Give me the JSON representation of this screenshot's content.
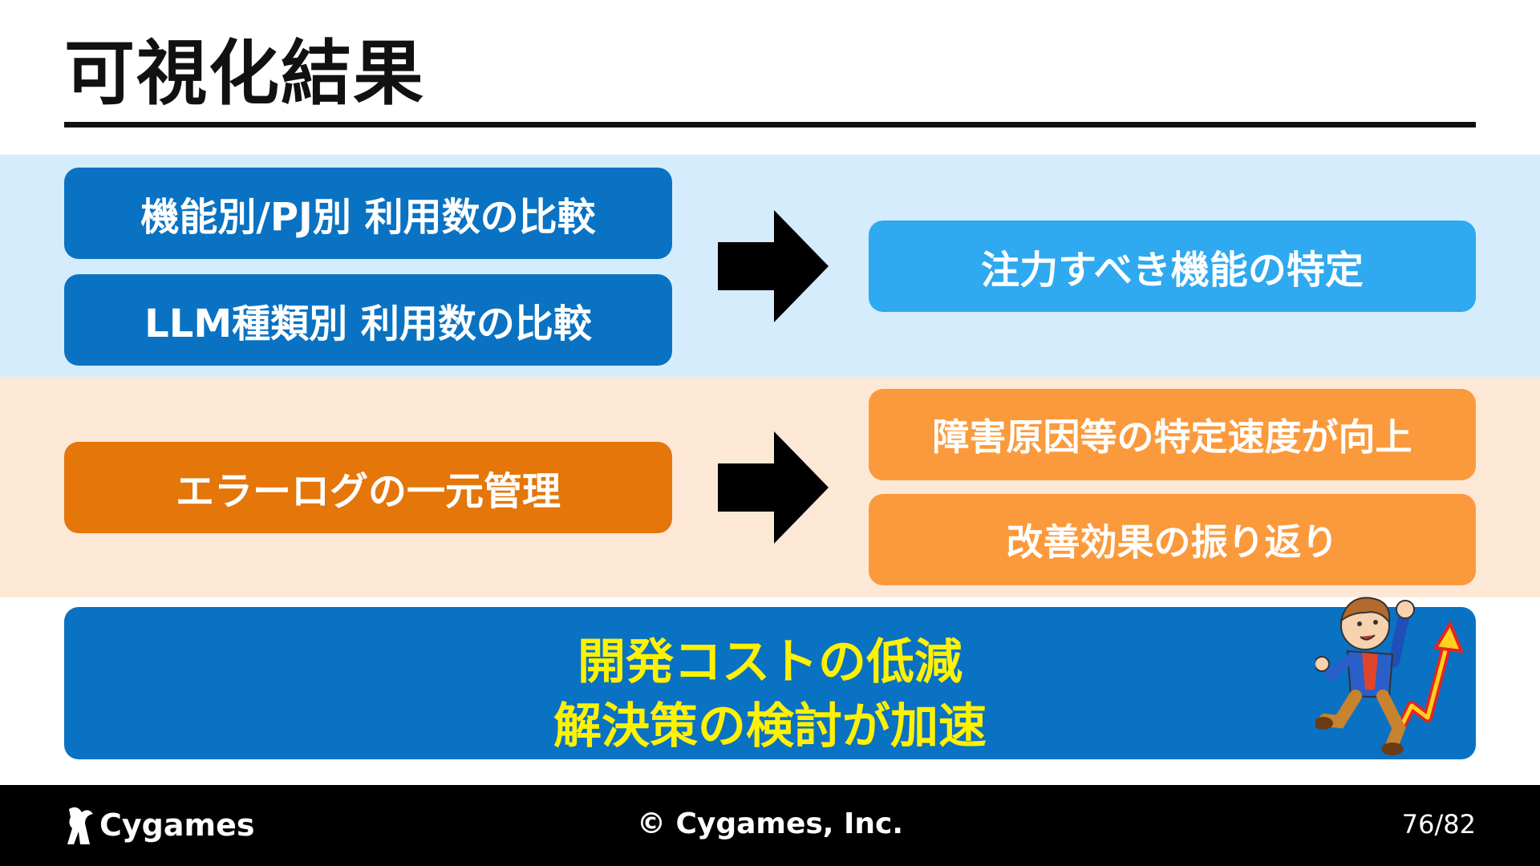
{
  "title": "可視化結果",
  "colors": {
    "dark_blue": "#0a72c2",
    "light_blue": "#2fa9f0",
    "dark_orange": "#e4760a",
    "light_orange": "#fb9a3c",
    "highlight_yellow": "#fff200"
  },
  "top_section": {
    "inputs": [
      "機能別/PJ別 利用数の比較",
      "LLM種類別 利用数の比較"
    ],
    "arrow_icon": "right-arrow-icon",
    "result": "注力すべき機能の特定"
  },
  "middle_section": {
    "input": "エラーログの一元管理",
    "arrow_icon": "right-arrow-icon",
    "results": [
      "障害原因等の特定速度が向上",
      "改善効果の振り返り"
    ]
  },
  "conclusion": {
    "line1": "開発コストの低減",
    "line2": "解決策の検討が加速",
    "illustration": "cheering-character-with-rising-arrow"
  },
  "footer": {
    "logo_text": "Cygames",
    "copyright": "© Cygames, Inc.",
    "page": "76/82"
  }
}
